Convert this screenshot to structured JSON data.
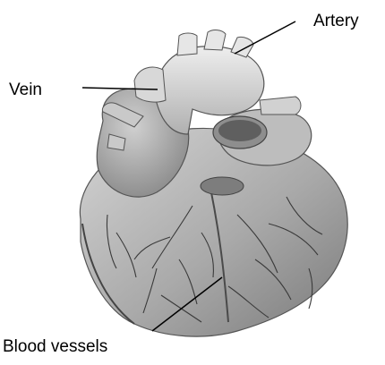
{
  "labels": {
    "artery": "Artery",
    "vein": "Vein",
    "blood_vessels": "Blood vessels"
  },
  "colors": {
    "background": "#ffffff",
    "heart_light": "#d9d9d9",
    "heart_mid": "#a8a8a8",
    "heart_dark": "#6e6e6e",
    "vessel_lines": "#3a3a3a",
    "leader_lines": "#000000"
  },
  "icons": {
    "heart": "heart-illustration"
  }
}
